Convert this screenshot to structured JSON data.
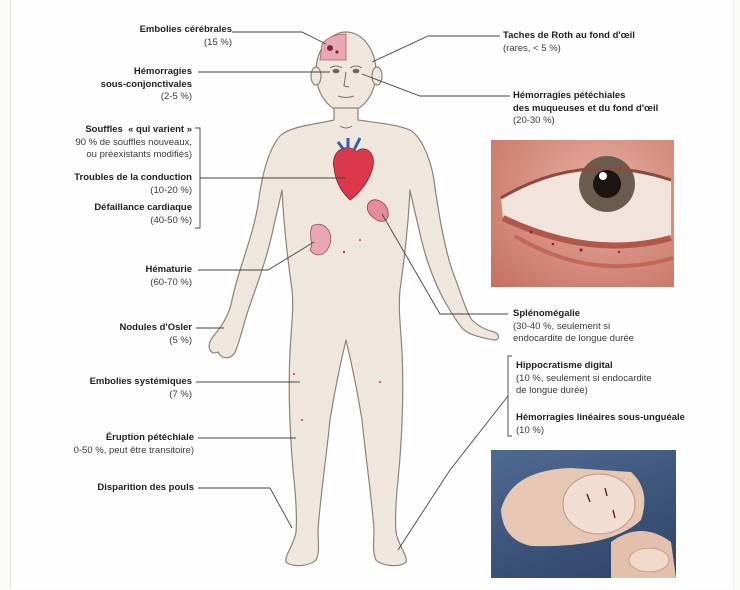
{
  "labels_left": {
    "emboles_cerebrales": {
      "title": "Embolies cérébrales",
      "sub": "(15 %)"
    },
    "hemorragies_sc": {
      "title1": "Hémorragies",
      "title2": "sous-conjonctivales",
      "sub": "(2-5 %)"
    },
    "souffles": {
      "title": "Souffles",
      "quote": "« qui varient »",
      "sub1": "90 % de souffles nouveaux,",
      "sub2": "ou préexistants modifiés)"
    },
    "troubles_conduction": {
      "title": "Troubles de la conduction",
      "sub": "(10-20 %)"
    },
    "defaillance": {
      "title": "Défaillance cardiaque",
      "sub": "(40-50 %)"
    },
    "hematurie": {
      "title": "Hématurie",
      "sub": "(60-70 %)"
    },
    "nodules_osler": {
      "title": "Nodules d'Osler",
      "sub": "(5 %)"
    },
    "embolies_systemiques": {
      "title": "Embolies systémiques",
      "sub": "(7 %)"
    },
    "eruption": {
      "title": "Éruption pétéchiale",
      "sub": "0-50 %, peut être transitoire)"
    },
    "disparition_pouls": {
      "title": "Disparition des pouls"
    }
  },
  "labels_right": {
    "taches_roth": {
      "title": "Taches de Roth au fond d'œil",
      "sub": "(rares, < 5 %)"
    },
    "hemorragies_petechiales": {
      "title1": "Hémorragies pétéchiales",
      "title2": "des muqueuses et du fond d'œil",
      "sub": "(20-30 %)"
    },
    "splenomegalie": {
      "title": "Splénomégalie",
      "sub1": "(30-40 %, seulement si",
      "sub2": "endocardite de longue durée"
    },
    "hippocratisme": {
      "title": "Hippocratisme digital",
      "sub1": "(10 %, seulement si endocardite",
      "sub2": "de longue durée)"
    },
    "hemorragies_lineaires": {
      "title": "Hémorragies linéaires sous-unguéale",
      "sub": "(10 %)"
    }
  },
  "colors": {
    "skin": "#efe6dd",
    "skin_outline": "#8e8378",
    "organ_red": "#d9394a",
    "organ_pink": "#e7a7b4",
    "leader_line": "#444444"
  },
  "photos": {
    "eye": "eye-photo",
    "finger": "fingernail-photo"
  }
}
